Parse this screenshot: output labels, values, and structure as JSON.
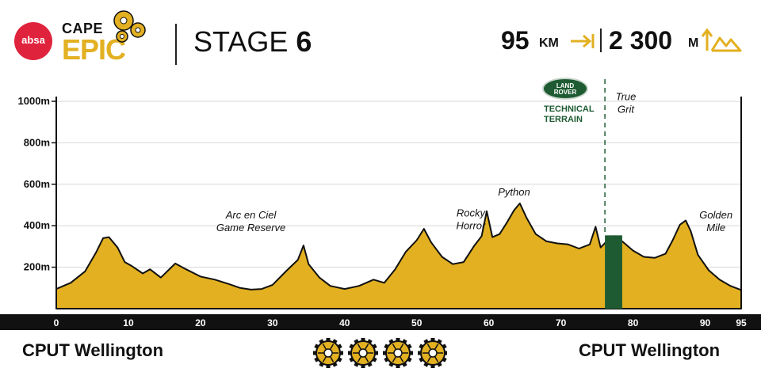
{
  "header": {
    "logo": {
      "badge": "absa",
      "cape": "CAPE",
      "epic": "EPIC"
    },
    "stage": {
      "word": "STAGE",
      "number": "6"
    },
    "distance": {
      "value": "95",
      "unit": "KM",
      "icon": "distance-arrow-icon"
    },
    "climbing": {
      "value": "2 300",
      "unit": "M",
      "icon": "mountain-climb-icon"
    }
  },
  "footer": {
    "start": "CPUT Wellington",
    "finish": "CPUT Wellington",
    "difficulty_icons": 4
  },
  "sponsor": {
    "badge_line1": "LAND",
    "badge_line2": "ROVER",
    "line1": "TECHNICAL",
    "line2": "TERRAIN"
  },
  "colors": {
    "profile_fill": "#e2b021",
    "technical_section": "#1e5b32",
    "axis": "#111111",
    "brand_red": "#e0233d"
  },
  "chart_data": {
    "type": "area",
    "xlim": [
      0,
      95
    ],
    "ylim": [
      0,
      1000
    ],
    "x_ticks": [
      0,
      10,
      20,
      30,
      40,
      50,
      60,
      70,
      80,
      90,
      95
    ],
    "y_ticks": [
      {
        "value": 200,
        "label": "200m"
      },
      {
        "value": 400,
        "label": "400m"
      },
      {
        "value": 600,
        "label": "600m"
      },
      {
        "value": 800,
        "label": "800m"
      },
      {
        "value": 1000,
        "label": "1000m"
      }
    ],
    "elevation": [
      [
        0,
        95
      ],
      [
        2,
        125
      ],
      [
        4,
        180
      ],
      [
        5.5,
        270
      ],
      [
        6.5,
        340
      ],
      [
        7.3,
        345
      ],
      [
        8.5,
        295
      ],
      [
        9.5,
        225
      ],
      [
        10.5,
        205
      ],
      [
        12,
        170
      ],
      [
        13,
        190
      ],
      [
        14.5,
        150
      ],
      [
        16.5,
        218
      ],
      [
        18,
        190
      ],
      [
        20,
        155
      ],
      [
        22,
        140
      ],
      [
        24,
        118
      ],
      [
        25.5,
        100
      ],
      [
        27,
        92
      ],
      [
        28.5,
        95
      ],
      [
        30,
        115
      ],
      [
        32,
        185
      ],
      [
        33.5,
        235
      ],
      [
        34.3,
        305
      ],
      [
        35,
        215
      ],
      [
        36.5,
        150
      ],
      [
        38,
        110
      ],
      [
        40,
        95
      ],
      [
        42,
        110
      ],
      [
        44,
        140
      ],
      [
        45.5,
        125
      ],
      [
        47,
        190
      ],
      [
        48.5,
        275
      ],
      [
        50,
        330
      ],
      [
        51,
        385
      ],
      [
        52,
        320
      ],
      [
        53.5,
        250
      ],
      [
        55,
        215
      ],
      [
        56.5,
        225
      ],
      [
        58,
        305
      ],
      [
        59,
        350
      ],
      [
        59.7,
        470
      ],
      [
        60.5,
        345
      ],
      [
        61.5,
        360
      ],
      [
        62.5,
        415
      ],
      [
        63.5,
        475
      ],
      [
        64.3,
        508
      ],
      [
        65.2,
        440
      ],
      [
        66.5,
        360
      ],
      [
        68,
        325
      ],
      [
        69.5,
        315
      ],
      [
        71,
        310
      ],
      [
        72.5,
        290
      ],
      [
        74,
        310
      ],
      [
        74.8,
        395
      ],
      [
        75.5,
        295
      ],
      [
        76.5,
        330
      ],
      [
        77.5,
        350
      ],
      [
        78.5,
        325
      ],
      [
        80,
        280
      ],
      [
        81.5,
        250
      ],
      [
        83,
        245
      ],
      [
        84.5,
        265
      ],
      [
        85.5,
        330
      ],
      [
        86.5,
        405
      ],
      [
        87.3,
        425
      ],
      [
        88,
        375
      ],
      [
        89,
        260
      ],
      [
        90.5,
        185
      ],
      [
        92,
        140
      ],
      [
        93.5,
        110
      ],
      [
        95,
        90
      ]
    ],
    "annotations": [
      {
        "x": 27,
        "y": 435,
        "lines": [
          "Arc en Ciel",
          "Game Reserve"
        ]
      },
      {
        "x": 57.5,
        "y": 445,
        "lines": [
          "Rocky",
          "Horror"
        ]
      },
      {
        "x": 63.5,
        "y": 545,
        "lines": [
          "Python"
        ]
      },
      {
        "x": 79,
        "y": 1005,
        "lines": [
          "True",
          "Grit"
        ]
      },
      {
        "x": 91.5,
        "y": 435,
        "lines": [
          "Golden",
          "Mile"
        ]
      }
    ],
    "technical_section": {
      "start": 76.1,
      "end": 78.5
    },
    "marker_line_x": 76.1
  }
}
